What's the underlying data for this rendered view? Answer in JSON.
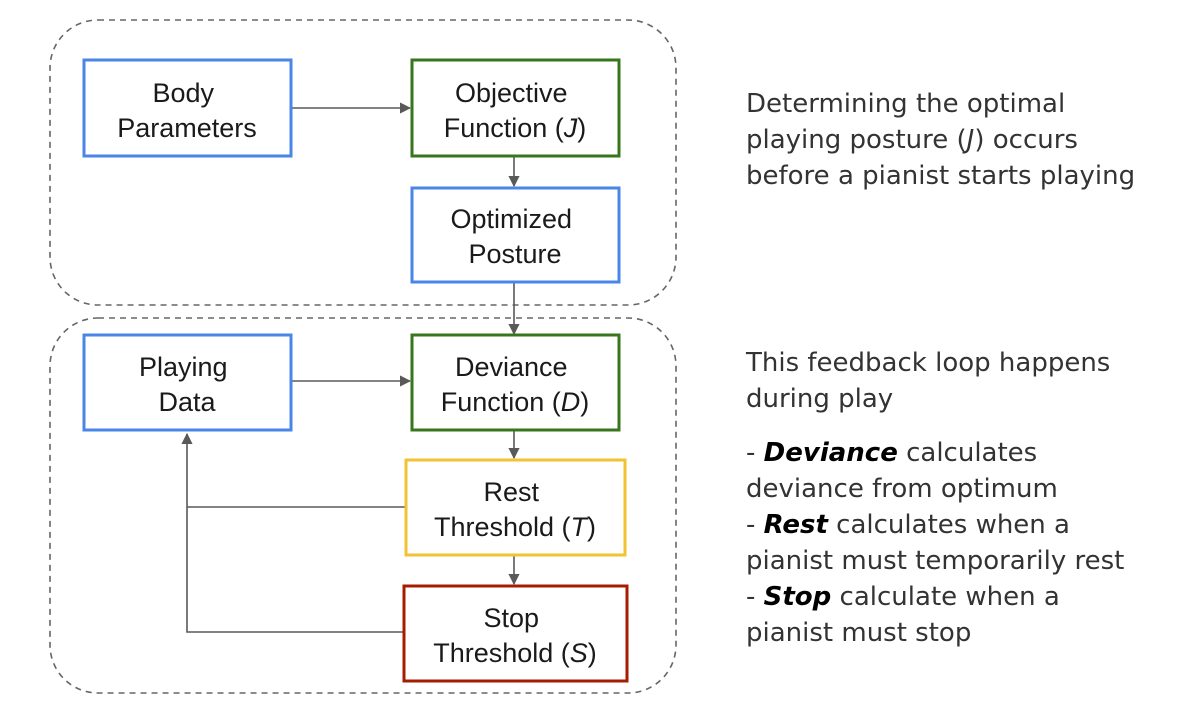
{
  "colors": {
    "blue": "#4a86e8",
    "green": "#38761d",
    "yellow": "#f1c232",
    "red": "#a61c00",
    "arrow": "#595959",
    "dashed": "#666666"
  },
  "boxes": {
    "body": {
      "line1": "Body",
      "line2": "Parameters"
    },
    "objective": {
      "line1": "Objective",
      "line2_prefix": "Function (",
      "var": "J",
      "line2_suffix": ")"
    },
    "optimized": {
      "line1": "Optimized",
      "line2": "Posture"
    },
    "playing": {
      "line1": "Playing",
      "line2": "Data"
    },
    "deviance": {
      "line1": "Deviance",
      "line2_prefix": "Function (",
      "var": "D",
      "line2_suffix": ")"
    },
    "rest": {
      "line1": "Rest",
      "line2_prefix": "Threshold (",
      "var": "T",
      "line2_suffix": ")"
    },
    "stop": {
      "line1": "Stop",
      "line2_prefix": "Threshold (",
      "var": "S",
      "line2_suffix": ")"
    }
  },
  "notes": {
    "top": {
      "line1": "Determining the optimal",
      "line2_prefix": "playing posture (",
      "line2_var": "J",
      "line2_suffix": ") occurs",
      "line3": "before a pianist starts playing"
    },
    "bottom": {
      "intro1": "This feedback loop happens",
      "intro2": "during play",
      "b1_dash": "- ",
      "b1_bold": "Deviance",
      "b1_rest": " calculates",
      "b1_line2": "deviance from optimum",
      "b2_dash": "- ",
      "b2_bold": "Rest",
      "b2_rest": " calculates when a",
      "b2_line2": "pianist must temporarily rest",
      "b3_dash": "- ",
      "b3_bold": "Stop",
      "b3_rest": " calculate when a",
      "b3_line2": "pianist must stop"
    }
  }
}
